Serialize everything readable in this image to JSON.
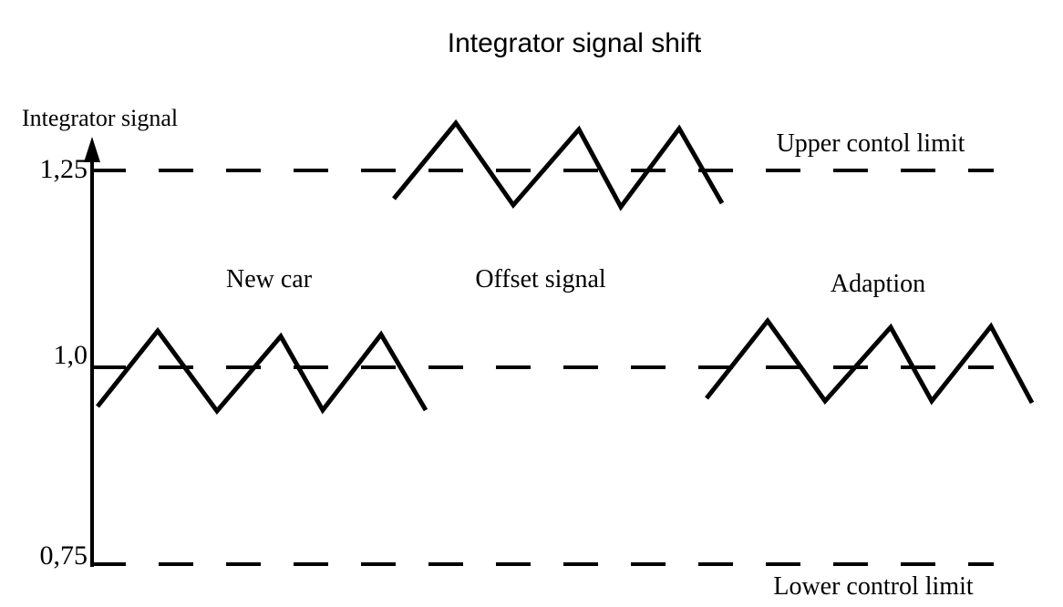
{
  "title": "Integrator signal shift",
  "y_axis": {
    "label": "Integrator signal",
    "ticks": [
      {
        "value": 1.25,
        "label": "1,25"
      },
      {
        "value": 1.0,
        "label": "1,0"
      },
      {
        "value": 0.75,
        "label": "0,75"
      }
    ]
  },
  "annotations": {
    "upper_limit_label": "Upper contol limit",
    "lower_limit_label": "Lower control limit"
  },
  "colors": {
    "ink": "#000000",
    "background": "#ffffff"
  },
  "chart_data": {
    "type": "line",
    "title": "Integrator signal shift",
    "xlabel": "",
    "ylabel": "Integrator signal",
    "ylim": [
      0.7,
      1.35
    ],
    "grid": false,
    "legend_position": "none",
    "y_tick_values": [
      1.25,
      1.0,
      0.75
    ],
    "control_lines": [
      {
        "name": "upper-control-limit",
        "value": 1.25,
        "label": "Upper contol limit",
        "style": "dashed"
      },
      {
        "name": "nominal-level",
        "value": 1.0,
        "label": "",
        "style": "dashed"
      },
      {
        "name": "lower-control-limit",
        "value": 0.75,
        "label": "Lower control limit",
        "style": "dashed"
      }
    ],
    "series": [
      {
        "name": "New car",
        "baseline": 1.0,
        "points": [
          [
            107,
            0.95
          ],
          [
            173,
            1.046
          ],
          [
            238,
            0.944
          ],
          [
            308,
            1.039
          ],
          [
            354,
            0.946
          ],
          [
            418,
            1.042
          ],
          [
            467,
            0.946
          ]
        ]
      },
      {
        "name": "Offset signal",
        "baseline": 1.25,
        "points": [
          [
            432,
            1.214
          ],
          [
            500,
            1.31
          ],
          [
            563,
            1.206
          ],
          [
            635,
            1.302
          ],
          [
            681,
            1.204
          ],
          [
            745,
            1.303
          ],
          [
            792,
            1.208
          ]
        ]
      },
      {
        "name": "Adaption",
        "baseline": 1.0,
        "points": [
          [
            775,
            0.961
          ],
          [
            842,
            1.059
          ],
          [
            905,
            0.957
          ],
          [
            977,
            1.051
          ],
          [
            1022,
            0.957
          ],
          [
            1087,
            1.052
          ],
          [
            1132,
            0.955
          ]
        ]
      }
    ]
  }
}
